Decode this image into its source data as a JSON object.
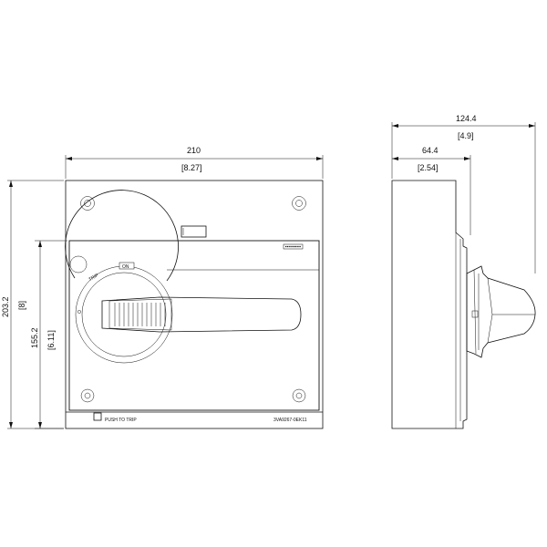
{
  "dimensions": {
    "front_width_mm": "210",
    "front_width_in": "[8.27]",
    "front_height_mm": "203.2",
    "front_height_in": "[8]",
    "inner_height_mm": "155.2",
    "inner_height_in": "[6.11]",
    "side_total_depth_mm": "124.4",
    "side_total_depth_in": "[4.9]",
    "side_body_depth_mm": "64.4",
    "side_body_depth_in": "[2.54]"
  },
  "labels": {
    "on": "ON",
    "trip": "TRIP",
    "off": "O",
    "push_to_trip": "PUSH TO TRIP",
    "part_number": "3VA9267-0EK11"
  }
}
